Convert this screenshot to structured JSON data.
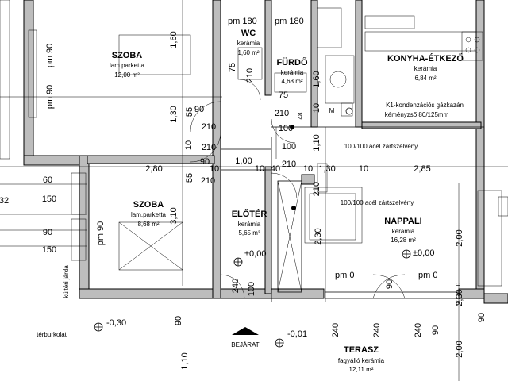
{
  "rooms": {
    "bedroom1": {
      "name": "SZOBA",
      "floor": "lam.parketta",
      "area": "12,00 m²"
    },
    "wc": {
      "name": "WC",
      "floor": "kerámia",
      "area": "1,60 m²"
    },
    "bath": {
      "name": "FÜRDŐ",
      "floor": "kerámia",
      "area": "4,68 m²"
    },
    "kitchen": {
      "name": "KONYHA-ÉTKEZŐ",
      "floor": "kerámia",
      "area": "6,84 m²"
    },
    "bedroom2": {
      "name": "SZOBA",
      "floor": "lam.parketta",
      "area": "8,68 m²"
    },
    "hall": {
      "name": "ELŐTÉR",
      "floor": "kerámia",
      "area": "5,65 m²"
    },
    "living": {
      "name": "NAPPALI",
      "floor": "kerámia",
      "area": "16,28 m²"
    },
    "terrace": {
      "name": "TERASZ",
      "floor": "fagyálló kerámia",
      "area": "12,11 m²"
    }
  },
  "notes": {
    "boiler_line1": "K1-kondenzációs gázkazán",
    "boiler_line2": "kéményzső 80/125mm",
    "beam1": "100/100 acél zártszelvény",
    "beam2": "100/100 acél zártszelvény",
    "entrance": "BEJÁRAT",
    "paving": "térburkolat",
    "outdoor_side": "kültéri járda",
    "m_mark": "M"
  },
  "levels": {
    "hall": "±0,00",
    "living": "±0,00",
    "outside_left": "-0,30",
    "outside_mid": "-0,01"
  },
  "dimensions": {
    "pm180_a": "pm 180",
    "pm180_b": "pm 180",
    "pm90_a": "pm 90",
    "pm90_b": "pm 90",
    "pm90_c": "pm 90",
    "pm0_a": "pm 0",
    "pm0_b": "pm 0",
    "w280": "2,80",
    "w285": "2,85",
    "w100": "1,00",
    "w130": "1,30",
    "w10_a": "10",
    "w10_b": "10",
    "w10_c": "10",
    "w10_d": "10",
    "w40": "40",
    "h160_a": "1,60",
    "h130": "1,30",
    "h310": "3,10",
    "h230": "2,30",
    "h200_a": "2,00",
    "h200_b": "2,00",
    "h230_b": "2,30",
    "h160_b": "1,60",
    "h110_a": "1,10",
    "h110_b": "1,10",
    "d90_a": "90",
    "d210_a": "210",
    "d90_b": "90",
    "d210_b": "210",
    "d90_c": "90",
    "d210_c": "210",
    "d55_a": "55",
    "d55_b": "55",
    "d75_a": "75",
    "d210_d": "210",
    "d75_b": "75",
    "d210_e": "210",
    "d48": "48",
    "d100_a": "100",
    "d100_b": "100",
    "d210_f": "210",
    "d210_g": "210",
    "d60": "60",
    "d150_a": "150",
    "d90_d": "90",
    "d150_b": "150",
    "d32": "32",
    "d240_a": "240",
    "d240_b": "240",
    "d240_c": "240",
    "d240_d": "240",
    "d90_e": "90",
    "d90_f": "90",
    "d100_c": "100",
    "d90_g": "90",
    "d90_h": "90",
    "d10_e": "10",
    "d10_f": "10",
    "small0": "0",
    "small90": "90"
  }
}
